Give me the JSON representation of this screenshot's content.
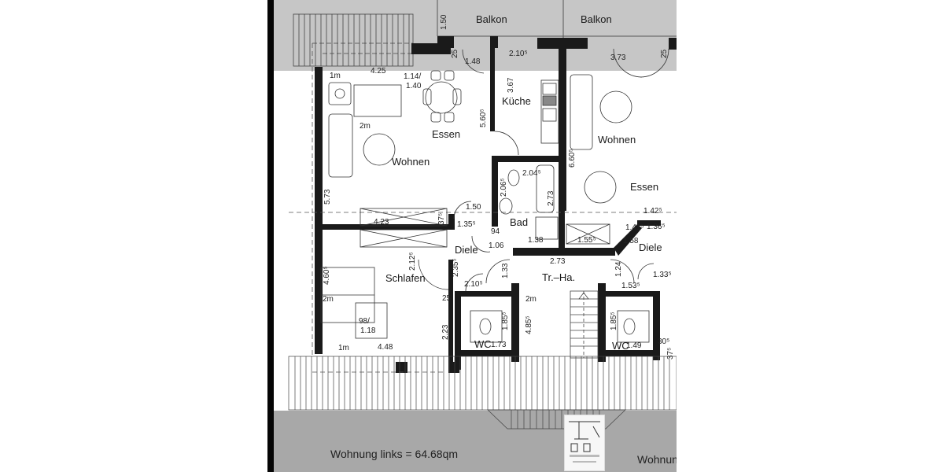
{
  "document": {
    "type": "floor-plan",
    "areas": {
      "left": "Wohnung links = 64.68qm",
      "right_partial": "Wohnung"
    },
    "colors": {
      "background": "#ffffff",
      "band_top": "#c6c6c6",
      "band_bottom": "#a8a8a8",
      "wall": "#1a1a1a",
      "left_edge": "#050505"
    }
  },
  "rooms": {
    "balkon_left": "Balkon",
    "balkon_right": "Balkon",
    "kueche": "Küche",
    "essen_left": "Essen",
    "wohnen_left": "Wohnen",
    "wohnen_right": "Wohnen",
    "essen_right": "Essen",
    "bad": "Bad",
    "diele_left": "Diele",
    "diele_right": "Diele",
    "schlafen": "Schlafen",
    "treppenhaus": "Tr.–Ha.",
    "wc_left": "WC",
    "wc_right": "WC"
  },
  "dimensions": {
    "d_1_50_top": "1.50",
    "d_25_a": "25",
    "d_1_48": "1.48",
    "d_2_105": "2.10⁵",
    "d_3_73": "3.73",
    "d_25_b": "25",
    "d_4_25": "4.25",
    "d_1m_a": "1m",
    "d_1_14": "1.14/",
    "d_1_40": "1.40",
    "d_2m_a": "2m",
    "d_3_67": "3.67",
    "d_5_605": "5.60⁵",
    "d_6_605": "6.60⁵",
    "d_2_045": "2.04⁵",
    "d_2_065": "2.06⁵",
    "d_2_73_bath": "2.73",
    "d_5_73": "5.73",
    "d_4_23": "4.23",
    "d_37_5": "37⁵",
    "d_1_50_mid": "1.50",
    "d_1_355": "1.35⁵",
    "d_94": "94",
    "d_1_06": "1.06",
    "d_1_38": "1.38",
    "d_1_555": "1.55⁵",
    "d_1_425": "1.42⁵",
    "d_1_365": "1.36⁵",
    "d_1_415": "1.41⁵",
    "d_1_58": "1.58",
    "d_2_73_hall": "2.73",
    "d_2_125": "2.12⁵",
    "d_2_355": "2.35⁵",
    "d_1_33": "1.33",
    "d_1_24": "1.24",
    "d_1_535": "1.53⁵",
    "d_1_335": "1.33⁵",
    "d_2_105_wc": "2.10⁵",
    "d_4_605": "4.60⁵",
    "d_2m_b": "2m",
    "d_98": "98/",
    "d_1_18": "1.18",
    "d_25_c": "25",
    "d_2_23": "2.23",
    "d_1m_b": "1m",
    "d_4_48": "4.48",
    "d_1_855_a": "1.85⁵",
    "d_4_855": "4.85⁵",
    "d_2m_c": "2m",
    "d_1_73": "1.73",
    "d_1_855_b": "1.85⁵",
    "d_1_49": "1.49",
    "d_30_5": "30⁵",
    "d_37_5_b": "37⁵"
  }
}
